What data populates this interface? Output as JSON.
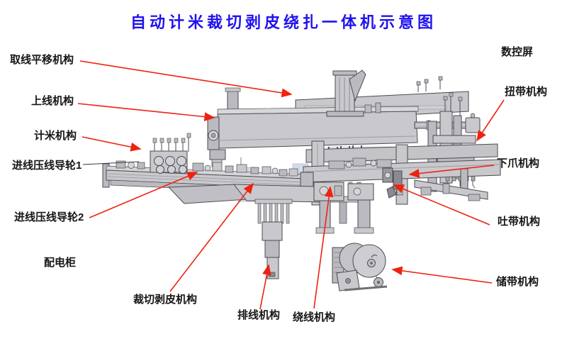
{
  "title": "自动计米裁切剥皮绕扎一体机示意图",
  "colors": {
    "title_blue": "#2012ee",
    "arrow_red": "#ee2211",
    "label_black": "#151515",
    "machine_gray": "#c9c9cd"
  },
  "labels": {
    "quxianpingyi": "取线平移机构",
    "shangxian": "上线机构",
    "jimi": "计米机构",
    "jinxian1": "进线压线导轮1",
    "jinxian2": "进线压线导轮2",
    "peidiangui": "配电柜",
    "caiqiebaopi": "裁切剥皮机构",
    "paixian": "排线机构",
    "raoxian": "绕线机构",
    "shukongping": "数控屏",
    "niudai": "扭带机构",
    "xiazhua": "下爪机构",
    "tudai": "吐带机构",
    "chudai": "储带机构"
  }
}
